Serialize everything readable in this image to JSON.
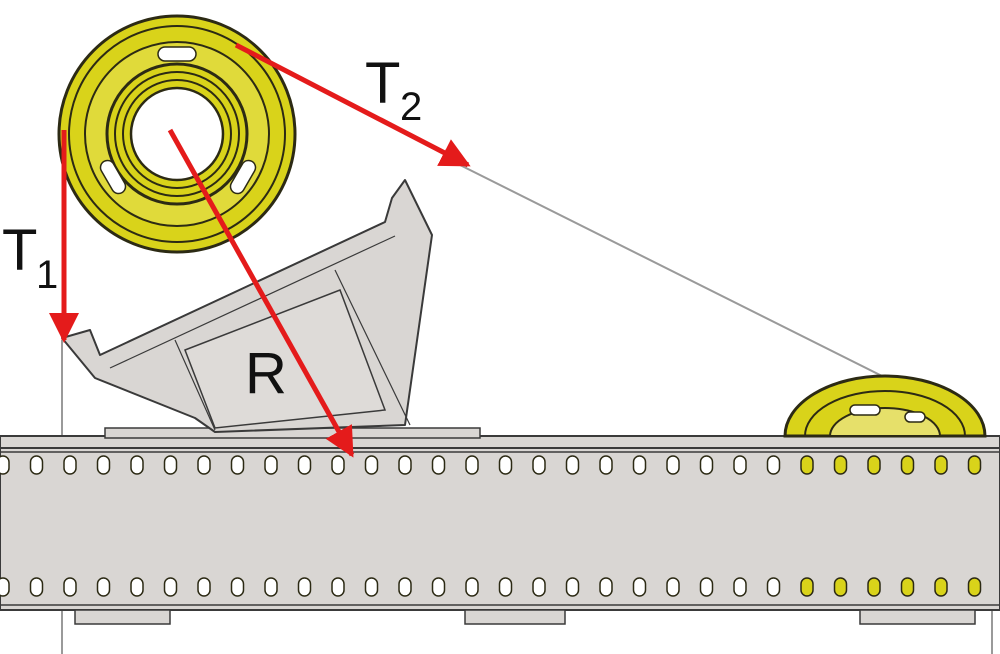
{
  "labels": {
    "t1": "T",
    "t1_sub": "1",
    "t2": "T",
    "t2_sub": "2",
    "r": "R"
  },
  "colors": {
    "arrow": "#e41b1b",
    "wheel_yellow": "#d9d31a",
    "wheel_dark": "#2c2a14",
    "steel": "#d9d6d3",
    "steel_outline": "#3a3a3a",
    "belt": "#9a9a9a"
  }
}
